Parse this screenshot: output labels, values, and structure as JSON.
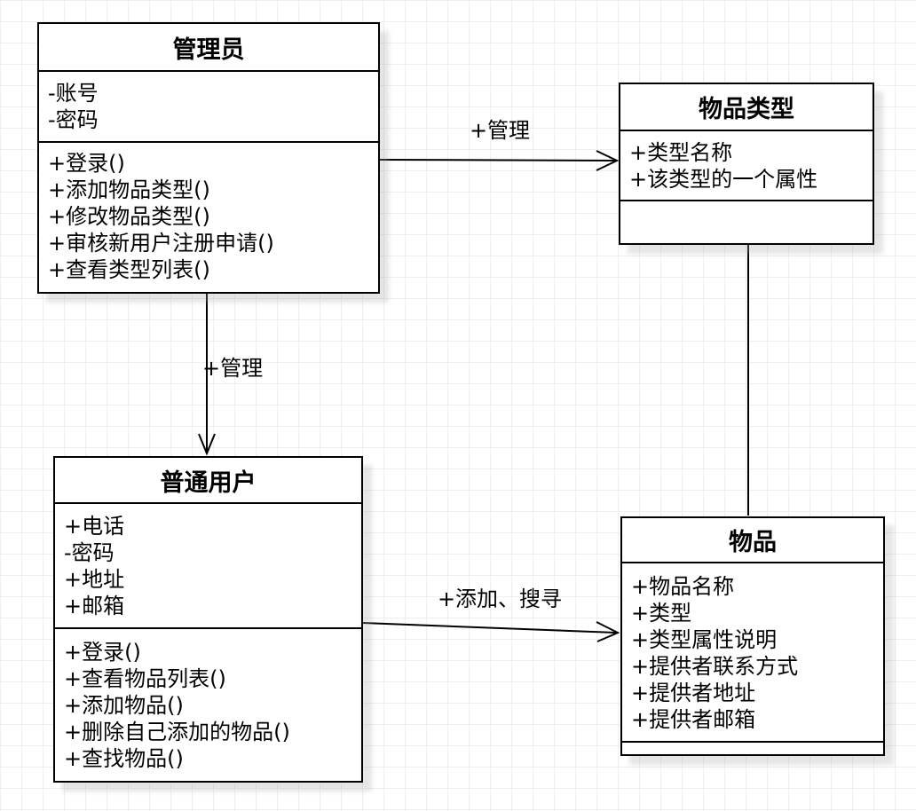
{
  "diagram": {
    "type": "uml-class-diagram",
    "classes": {
      "admin": {
        "title": "管理员",
        "attributes": [
          "-账号",
          "-密码"
        ],
        "methods": [
          "+登录()",
          "+添加物品类型()",
          "+修改物品类型()",
          "+审核新用户注册申请()",
          "+查看类型列表()"
        ]
      },
      "item_type": {
        "title": "物品类型",
        "attributes": [
          "+类型名称",
          "+该类型的一个属性"
        ],
        "methods": []
      },
      "user": {
        "title": "普通用户",
        "attributes": [
          "+电话",
          "-密码",
          "+地址",
          "+邮箱"
        ],
        "methods": [
          "+登录()",
          "+查看物品列表()",
          "+添加物品()",
          "+删除自己添加的物品()",
          "+查找物品()"
        ]
      },
      "item": {
        "title": "物品",
        "attributes": [
          "+物品名称",
          "+类型",
          "+类型属性说明",
          "+提供者联系方式",
          "+提供者地址",
          "+提供者邮箱"
        ],
        "methods": []
      }
    },
    "connections": {
      "admin_to_item_type": {
        "from": "管理员",
        "to": "物品类型",
        "label": "+管理",
        "arrow": "open"
      },
      "admin_to_user": {
        "from": "管理员",
        "to": "普通用户",
        "label": "+管理",
        "arrow": "open"
      },
      "user_to_item": {
        "from": "普通用户",
        "to": "物品",
        "label": "+添加、搜寻",
        "arrow": "open"
      },
      "item_type_to_item": {
        "from": "物品类型",
        "to": "物品",
        "label": "",
        "arrow": "none"
      }
    },
    "colors": {
      "stroke": "#000000",
      "box_fill": "#ffffff",
      "grid_line": "#efefef",
      "background": "#ffffff"
    }
  }
}
